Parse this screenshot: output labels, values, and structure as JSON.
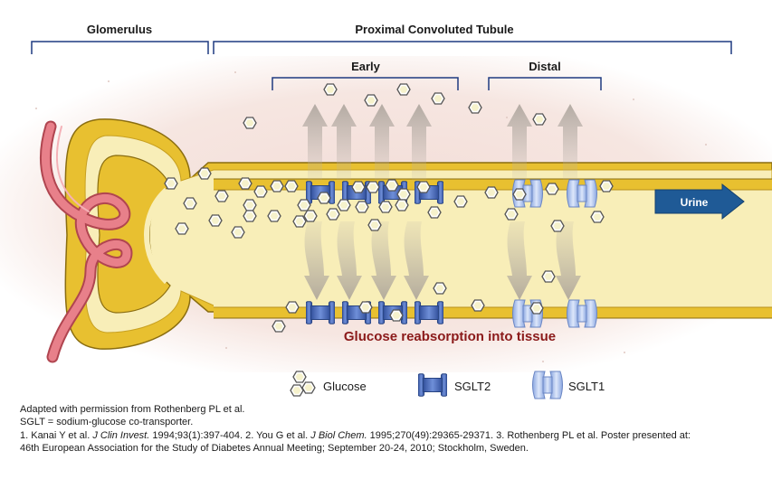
{
  "labels": {
    "glomerulus": "Glomerulus",
    "pct": "Proximal  Convoluted Tubule",
    "early": "Early",
    "distal": "Distal",
    "urine": "Urine",
    "reabsorption": "Glucose reabsorption into tissue"
  },
  "legend": {
    "glucose": "Glucose",
    "sglt2": "SGLT2",
    "sglt1": "SGLT1"
  },
  "footnote": {
    "line1": "Adapted with permission from Rothenberg PL et al.",
    "line2": "SGLT = sodium-glucose co-transporter.",
    "ref1_pre": "1.  Kanai Y et al. ",
    "ref1_journal": "J Clin Invest.",
    "ref1_post": " 1994;93(1):397-404.  2. You G et al. ",
    "ref2_journal": "J Biol Chem.",
    "ref2_post": " 1995;270(49):29365-29371.  3. Rothenberg PL et al. Poster presented at:",
    "line4": "46th European Association for the Study of Diabetes Annual Meeting; September 20-24, 2010; Stockholm, Sweden."
  },
  "colors": {
    "tubule_fill": "#f8eeb8",
    "tubule_wall": "#e8c030",
    "wall_outline": "#8a6d10",
    "sglt2": "#4a6cc0",
    "sglt1": "#a8c0ec",
    "urine_arrow": "#1f5a96",
    "reabsorption_text": "#8b1a1a",
    "vessel": "#e0707a"
  }
}
